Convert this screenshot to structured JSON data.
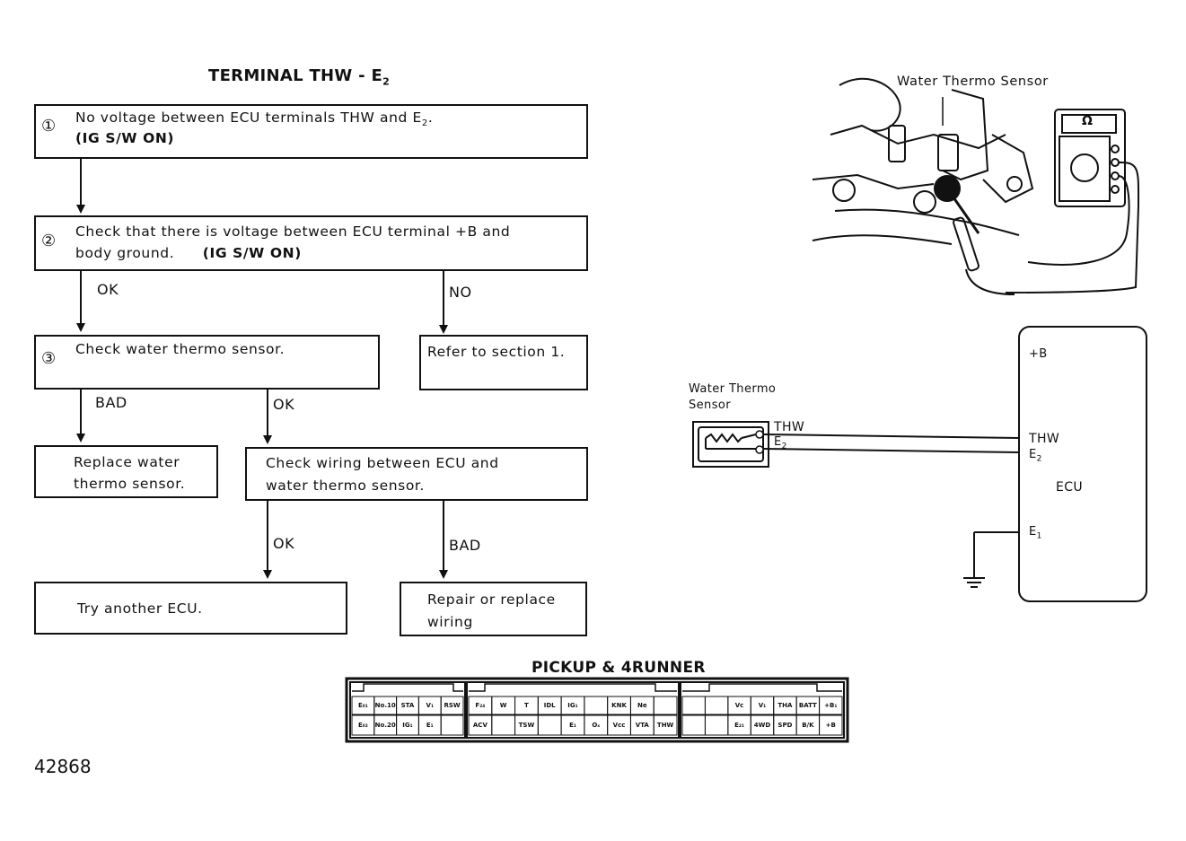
{
  "flow": {
    "title": "TERMINAL THW - E",
    "title_sub": "2",
    "step1": {
      "num": "①",
      "line1": "No voltage between ECU terminals THW and E",
      "line1_sub": "2",
      "line1_end": ".",
      "line2": "(IG S/W ON)"
    },
    "step2": {
      "num": "②",
      "line1": "Check that there is voltage between ECU terminal +B and",
      "line2": "body ground.",
      "line2_bold": "(IG S/W ON)"
    },
    "step3": {
      "num": "③",
      "line1": "Check water thermo sensor."
    },
    "refer": "Refer to section 1.",
    "replace": {
      "line1": "Replace water",
      "line2": "thermo sensor."
    },
    "check_wiring": {
      "line1": "Check wiring between ECU and",
      "line2": "water thermo sensor."
    },
    "try_ecu": "Try another ECU.",
    "repair": {
      "line1": "Repair or replace",
      "line2": "wiring"
    },
    "labels": {
      "ok": "OK",
      "no": "NO",
      "bad": "BAD"
    }
  },
  "photo": {
    "label": "Water Thermo Sensor",
    "meter_symbol": "Ω"
  },
  "schematic": {
    "sensor_label1": "Water Thermo",
    "sensor_label2": "Sensor",
    "wire_thw": "THW",
    "wire_e2": "E",
    "wire_e2_sub": "2",
    "ecu_b": "+B",
    "ecu_thw": "THW",
    "ecu_e2": "E",
    "ecu_e2_sub": "2",
    "ecu_name": "ECU",
    "ecu_e1": "E",
    "ecu_e1_sub": "1"
  },
  "connector": {
    "title": "PICKUP & 4RUNNER",
    "g1_top": [
      "E₀₁",
      "No.10",
      "STA",
      "V₁",
      "RSW"
    ],
    "g1_bot": [
      "E₀₂",
      "No.20",
      "IG₁",
      "E₁",
      ""
    ],
    "g2_top": [
      "F₂₄",
      "W",
      "T",
      "IDL",
      "IG₁",
      "",
      "KNK",
      "Ne"
    ],
    "g2_bot": [
      "ACV",
      "",
      "TSW",
      "",
      "E₁",
      "Oₓ",
      "Vcc",
      "VTA",
      "THW"
    ],
    "g3_top": [
      "",
      "",
      "Vc",
      "V₁",
      "THA",
      "BATT",
      "+B₁"
    ],
    "g3_bot": [
      "",
      "",
      "E₂₁",
      "4WD",
      "SPD",
      "B/K",
      "+B"
    ]
  },
  "figure_id": "42868"
}
